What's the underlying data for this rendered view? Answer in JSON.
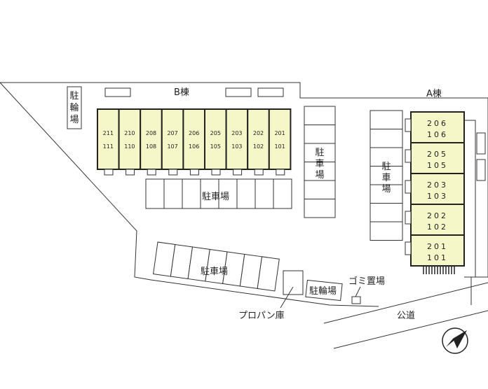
{
  "building_b": {
    "label": "B棟",
    "upper_units": [
      "211",
      "210",
      "208",
      "207",
      "206",
      "205",
      "203",
      "202",
      "201"
    ],
    "lower_units": [
      "111",
      "110",
      "108",
      "107",
      "106",
      "105",
      "103",
      "102",
      "101"
    ]
  },
  "building_a": {
    "label": "A棟",
    "units": [
      {
        "upper": "206",
        "lower": "106"
      },
      {
        "upper": "205",
        "lower": "105"
      },
      {
        "upper": "203",
        "lower": "103"
      },
      {
        "upper": "202",
        "lower": "102"
      },
      {
        "upper": "201",
        "lower": "101"
      }
    ]
  },
  "labels": {
    "bicycle_parking": "駐輪場",
    "parking": "駐車場",
    "propane_storage": "プロパン庫",
    "garbage_area": "ゴミ置場",
    "public_road": "公道"
  },
  "colors": {
    "unit_fill": "#f6f7c8",
    "line": "#222222"
  },
  "icons": {
    "north": "compass-north-icon"
  }
}
